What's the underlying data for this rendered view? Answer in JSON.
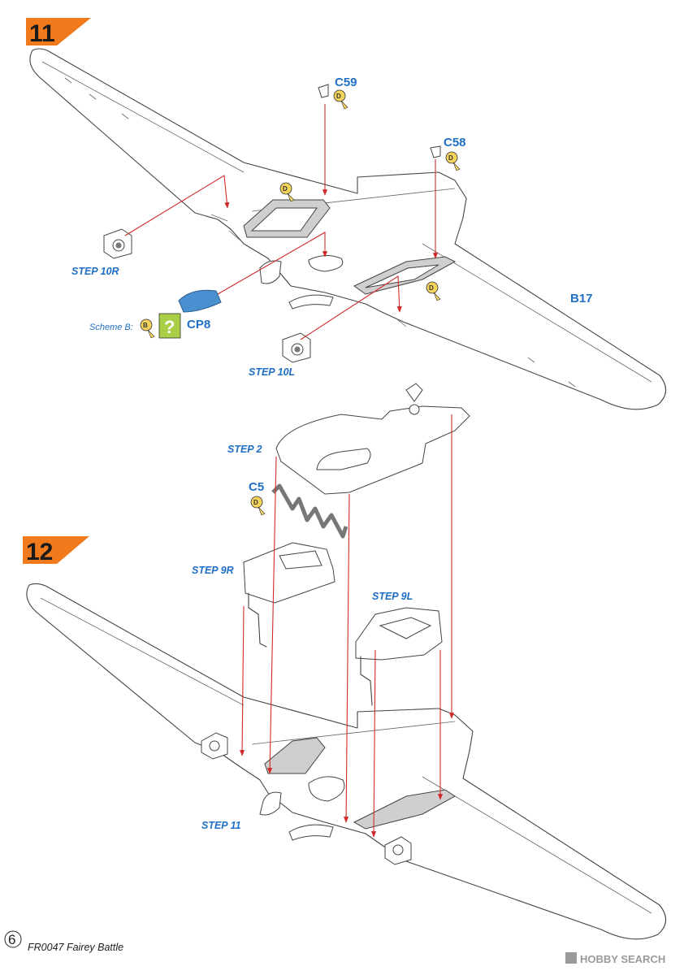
{
  "steps": [
    {
      "number": "11",
      "badge_color": "#f07a1c"
    },
    {
      "number": "12",
      "badge_color": "#f07a1c"
    }
  ],
  "colors": {
    "label_blue": "#1f6fc4",
    "arrow_red": "#d12a2a",
    "paint_yellow": "#f3d35a",
    "clear_blue": "#4a8fd0",
    "question_green": "#a8cf45"
  },
  "step11": {
    "parts": {
      "c59": "C59",
      "c58": "C58",
      "cp8": "CP8",
      "b17": "B17"
    },
    "paint_codes": {
      "d": "D",
      "b": "B"
    },
    "steps": {
      "step10r": "STEP 10R",
      "step10l": "STEP 10L"
    },
    "scheme_label": "Scheme B:",
    "question_icon": "question-mark-icon"
  },
  "step12": {
    "parts": {
      "c5": "C5"
    },
    "paint_codes": {
      "d": "D"
    },
    "steps": {
      "step2": "STEP 2",
      "step9r": "STEP 9R",
      "step9l": "STEP 9L",
      "step11": "STEP 11"
    }
  },
  "footer": {
    "page_number": "6",
    "title": "FR0047 Fairey Battle"
  },
  "watermark": {
    "text": "HOBBY SEARCH"
  }
}
